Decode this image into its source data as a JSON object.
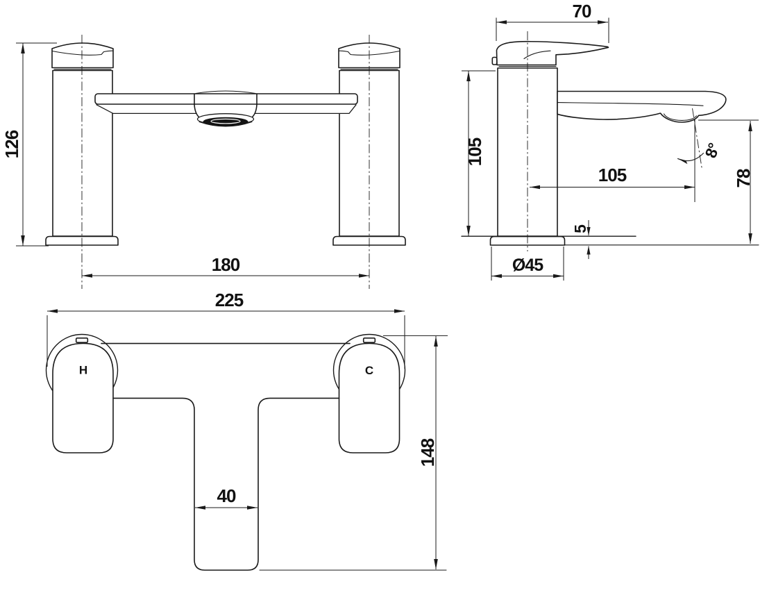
{
  "front_view": {
    "height_dim": "126",
    "pillar_spacing_dim": "180"
  },
  "side_view": {
    "handle_length_dim": "70",
    "height_dim": "105",
    "spout_reach_dim": "105",
    "spout_outlet_height_dim": "78",
    "base_thickness_dim": "5",
    "base_diameter_dim": "Ø45",
    "spout_angle_dim": "8°"
  },
  "plan_view": {
    "overall_width_dim": "225",
    "overall_depth_dim": "148",
    "spout_width_dim": "40",
    "hot_label": "H",
    "cold_label": "C"
  },
  "colors": {
    "line": "#1a1a1a",
    "background": "#ffffff"
  }
}
